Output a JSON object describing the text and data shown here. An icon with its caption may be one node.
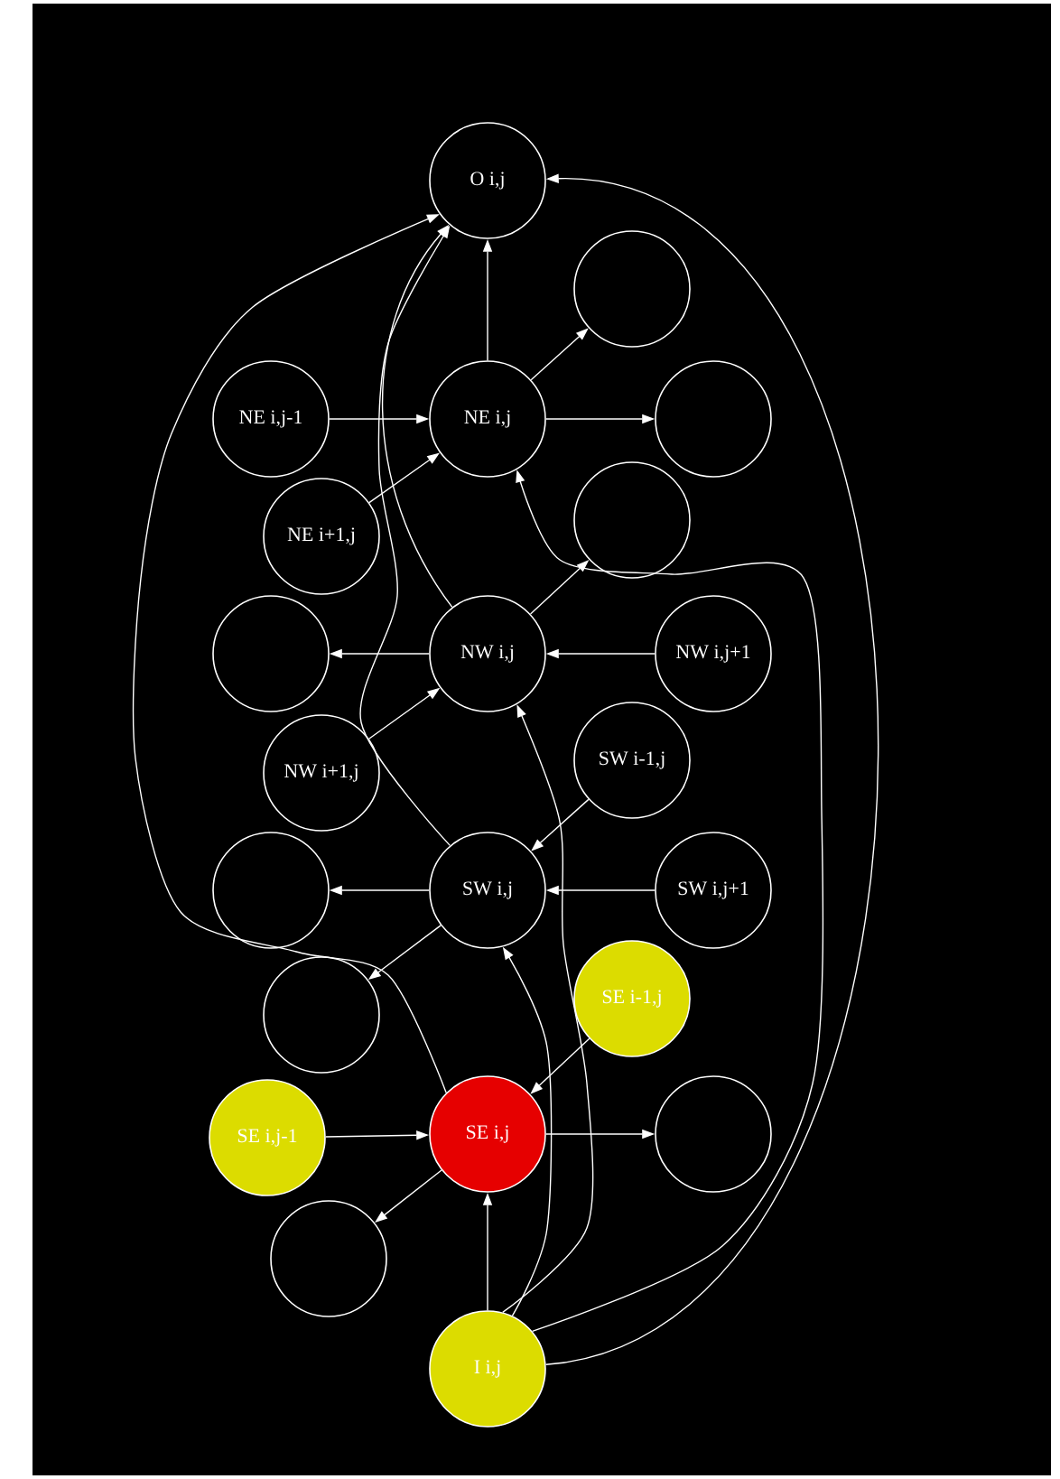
{
  "diagram": {
    "nodes": [
      {
        "text": [
          "O i,j"
        ]
      },
      {
        "text": [],
        "shape": "circle"
      },
      {
        "text": [
          "NE i,j-1"
        ]
      },
      {
        "text": [
          "NE i,j"
        ]
      },
      {
        "text": [],
        "shape": "circle"
      },
      {
        "text": [
          "NE i+1,j"
        ]
      },
      {
        "text": [],
        "shape": "circle"
      },
      {
        "text": [],
        "shape": "circle"
      },
      {
        "text": [
          "NW i,j"
        ]
      },
      {
        "text": [
          "NW i,j+1"
        ]
      },
      {
        "text": [
          "NW i+1,j"
        ]
      },
      {
        "text": [
          "SW i-1,j"
        ]
      },
      {
        "text": [],
        "shape": "circle"
      },
      {
        "text": [
          "SW i,j"
        ]
      },
      {
        "text": [
          "SW i,j+1"
        ]
      },
      {
        "text": [],
        "shape": "circle"
      },
      {
        "text": [
          "SE i-1,j"
        ]
      },
      {
        "text": [
          "SE i,j-1"
        ]
      },
      {
        "text": [
          "SE i,j"
        ]
      },
      {
        "text": [],
        "shape": "circle"
      },
      {
        "text": [],
        "shape": "circle"
      },
      {
        "text": [
          "I i,j"
        ]
      }
    ],
    "edges": [
      {
        "from": 3,
        "to": 0,
        "arrow": "to"
      },
      {
        "from": 3,
        "to": 1,
        "arrow": "to"
      },
      {
        "from": 2,
        "to": 3,
        "arrow": "to"
      },
      {
        "from": 3,
        "to": 4,
        "arrow": "to"
      },
      {
        "from": 5,
        "to": 3,
        "arrow": "to"
      },
      {
        "from": 8,
        "to": 6,
        "arrow": "to"
      },
      {
        "from": 9,
        "to": 8,
        "arrow": "to"
      },
      {
        "from": 8,
        "to": 7,
        "arrow": "to"
      },
      {
        "from": 10,
        "to": 8,
        "arrow": "to"
      },
      {
        "from": 11,
        "to": 13,
        "arrow": "to"
      },
      {
        "from": 14,
        "to": 13,
        "arrow": "to"
      },
      {
        "from": 13,
        "to": 12,
        "arrow": "to"
      },
      {
        "from": 13,
        "to": 15,
        "arrow": "to"
      },
      {
        "from": 17,
        "to": 18,
        "arrow": "to"
      },
      {
        "from": 16,
        "to": 18,
        "arrow": "to"
      },
      {
        "from": 18,
        "to": 19,
        "arrow": "to"
      },
      {
        "from": 18,
        "to": 20,
        "arrow": "to"
      },
      {
        "from": 21,
        "to": 18,
        "arrow": "to"
      },
      {
        "from": 21,
        "to": 0,
        "arrow": "to"
      },
      {
        "from": 21,
        "to": 3,
        "arrow": "to"
      },
      {
        "from": 21,
        "to": 8,
        "arrow": "to"
      },
      {
        "from": 21,
        "to": 13,
        "arrow": "to"
      },
      {
        "from": 18,
        "to": 0,
        "arrow": "to"
      },
      {
        "from": 13,
        "to": 0,
        "arrow": "to"
      },
      {
        "from": 8,
        "to": 0,
        "arrow": "to"
      }
    ]
  }
}
